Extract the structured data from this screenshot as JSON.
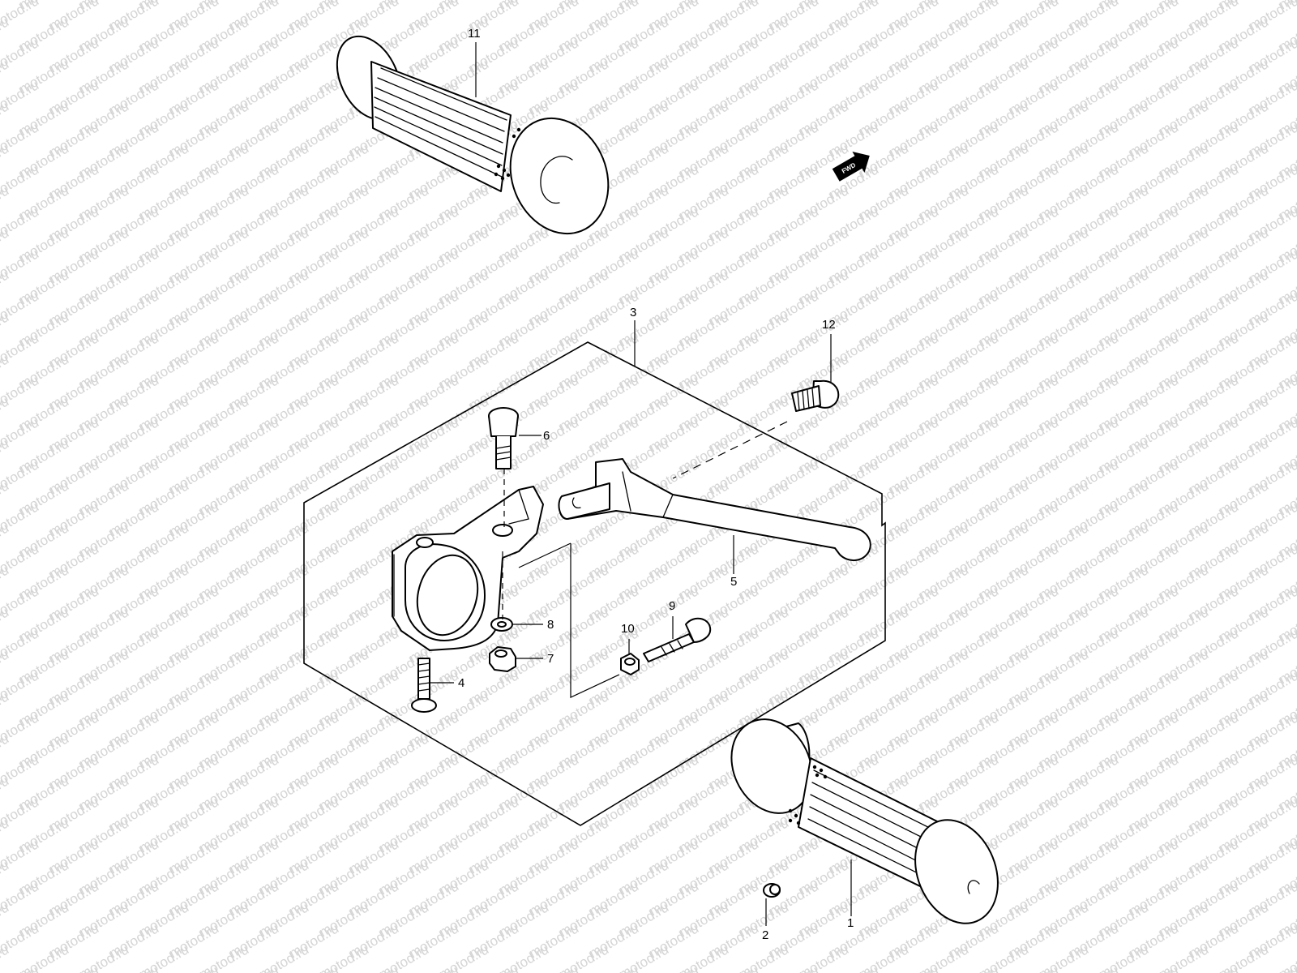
{
  "watermark": {
    "text": "motod.ru",
    "color": "#d4d4d4"
  },
  "direction_badge": {
    "label": "FWD",
    "color": "#000000"
  },
  "callouts": [
    {
      "id": "11",
      "label": "11"
    },
    {
      "id": "3",
      "label": "3"
    },
    {
      "id": "12",
      "label": "12"
    },
    {
      "id": "6",
      "label": "6"
    },
    {
      "id": "5",
      "label": "5"
    },
    {
      "id": "8",
      "label": "8"
    },
    {
      "id": "9",
      "label": "9"
    },
    {
      "id": "10",
      "label": "10"
    },
    {
      "id": "7",
      "label": "7"
    },
    {
      "id": "4",
      "label": "4"
    },
    {
      "id": "2",
      "label": "2"
    },
    {
      "id": "1",
      "label": "1"
    }
  ],
  "parts": [
    {
      "callout": "11",
      "name": "grip"
    },
    {
      "callout": "3",
      "name": "lever-assembly"
    },
    {
      "callout": "12",
      "name": "screw"
    },
    {
      "callout": "6",
      "name": "pivot-bolt"
    },
    {
      "callout": "5",
      "name": "clutch-lever"
    },
    {
      "callout": "8",
      "name": "washer"
    },
    {
      "callout": "9",
      "name": "adjuster-bolt"
    },
    {
      "callout": "10",
      "name": "adjuster-nut"
    },
    {
      "callout": "7",
      "name": "nut"
    },
    {
      "callout": "4",
      "name": "clamp-screw"
    },
    {
      "callout": "2",
      "name": "grip-end-plug"
    },
    {
      "callout": "1",
      "name": "grip"
    }
  ]
}
